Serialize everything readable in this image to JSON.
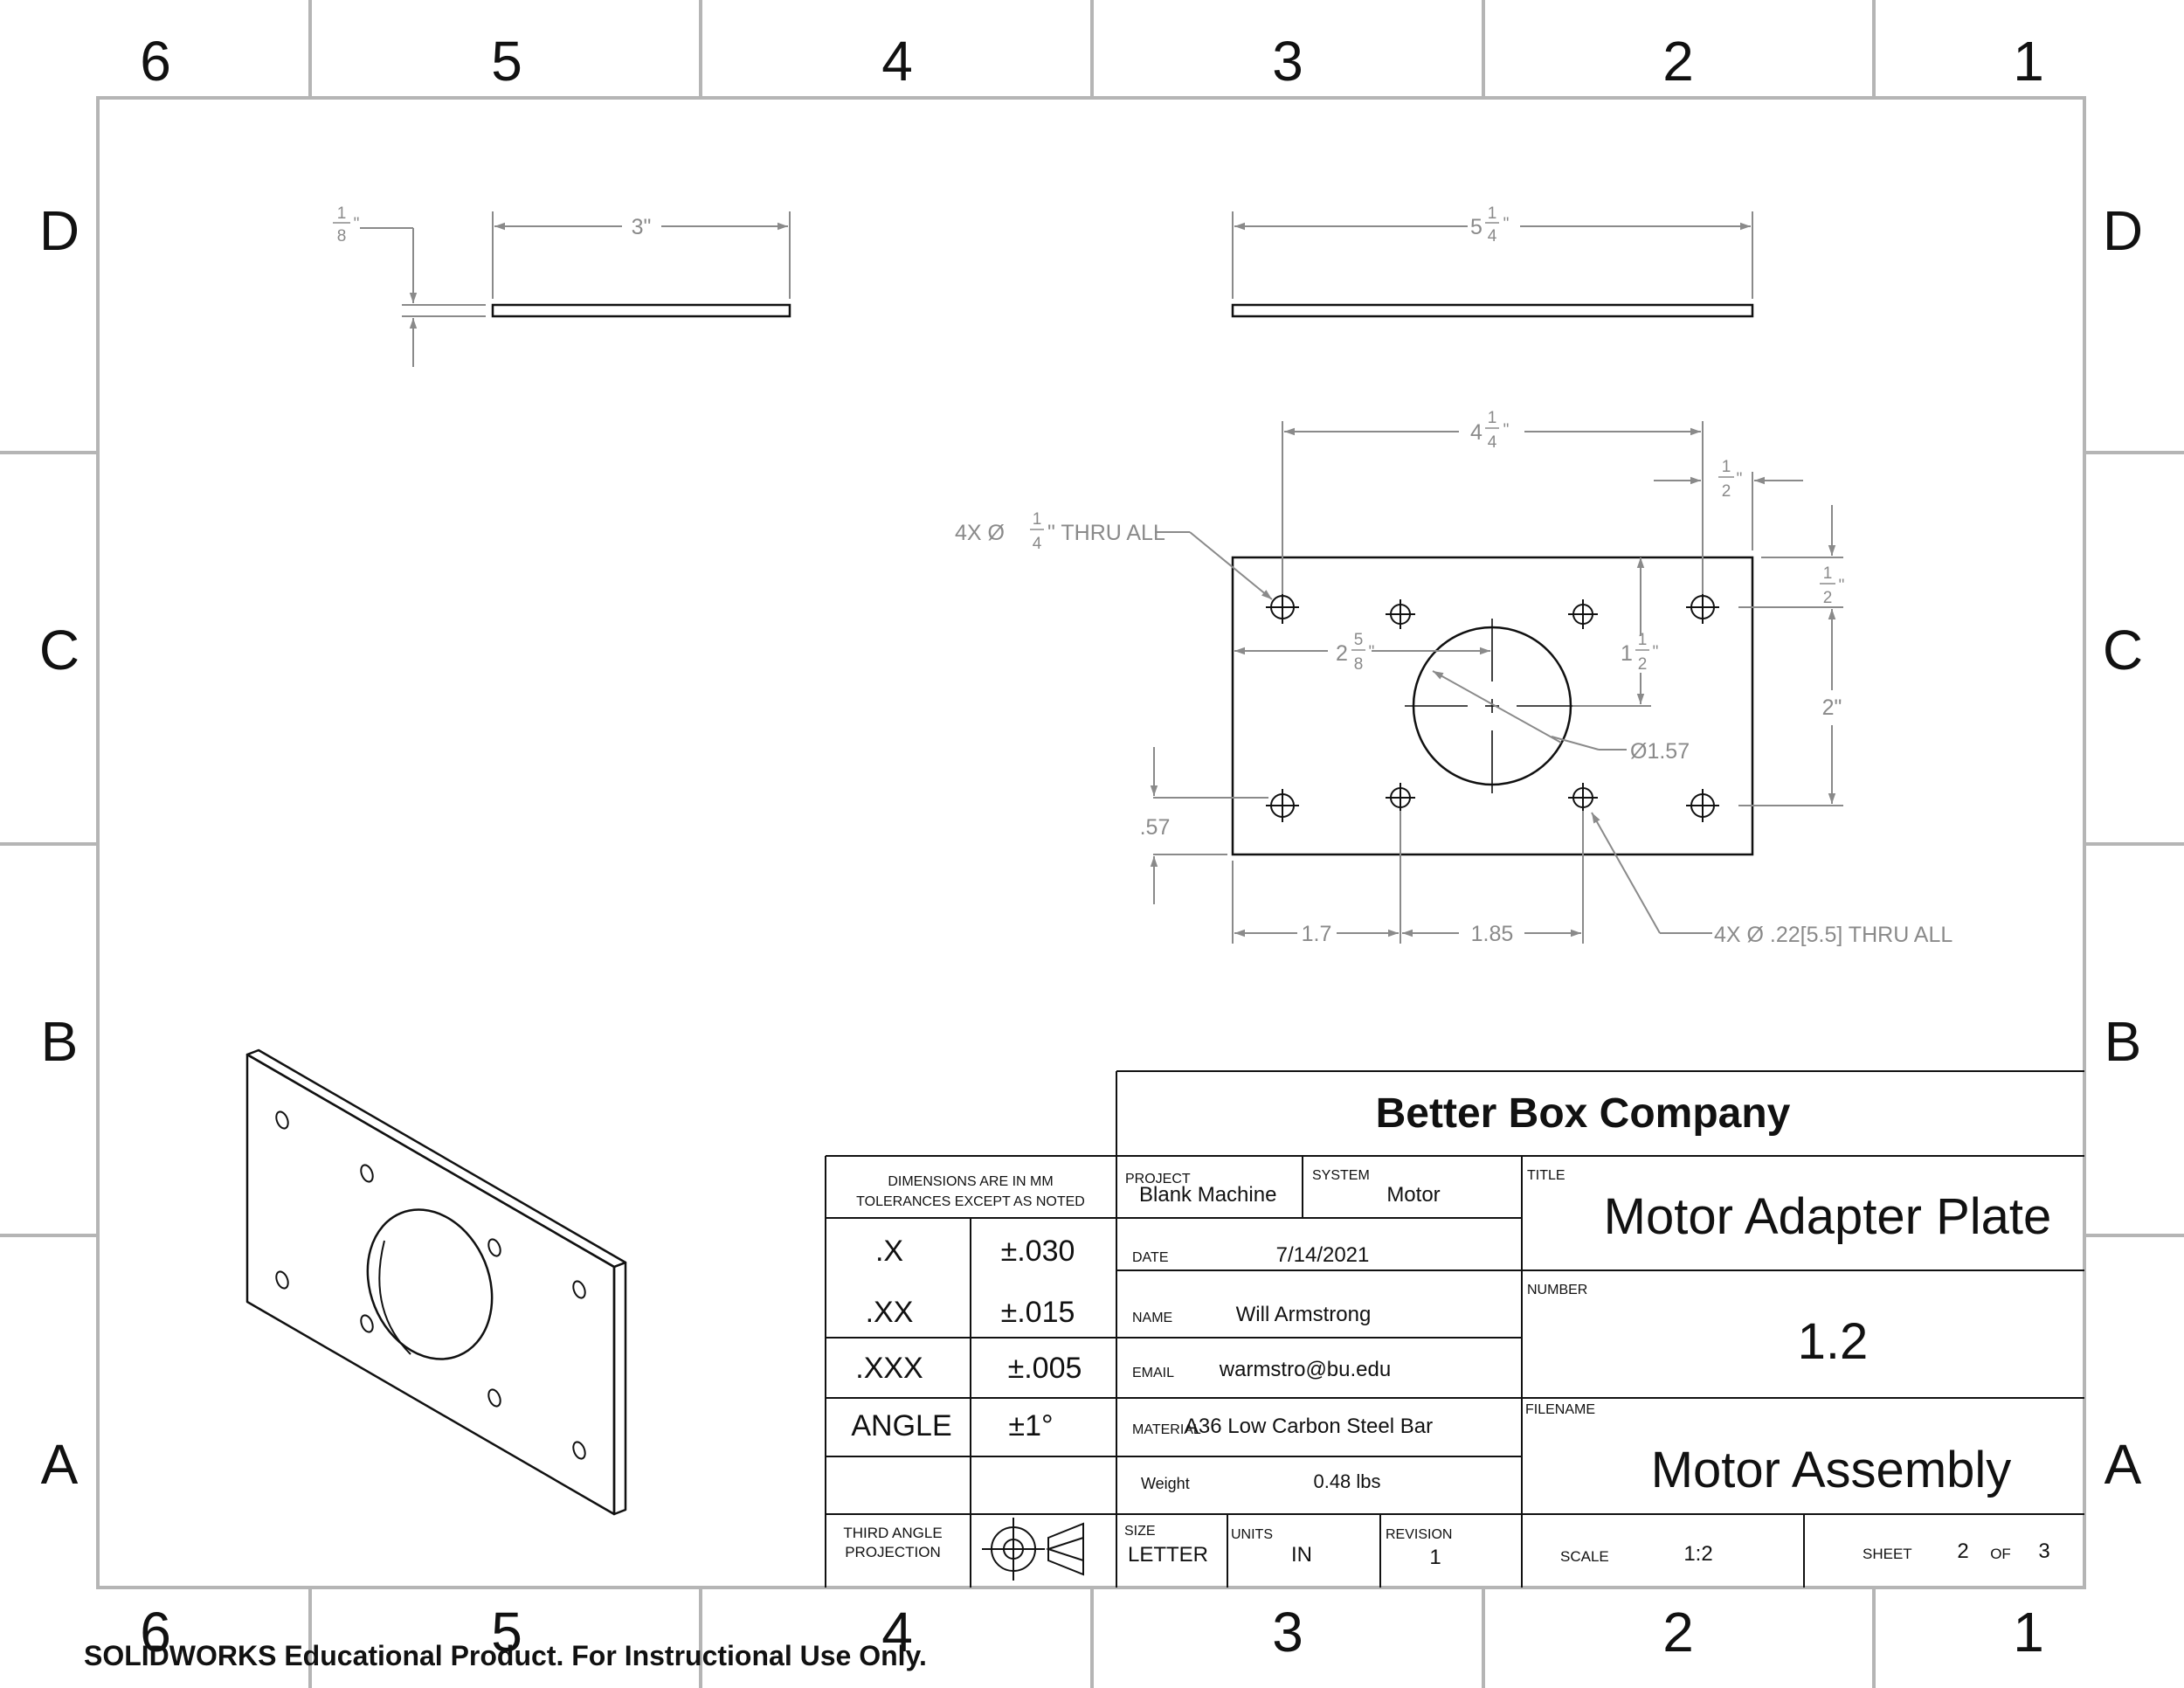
{
  "border": {
    "columns": [
      "6",
      "5",
      "4",
      "3",
      "2",
      "1"
    ],
    "rows": [
      "D",
      "C",
      "B",
      "A"
    ]
  },
  "dimensions": {
    "thickness": {
      "num": "1",
      "den": "8",
      "unit": "\""
    },
    "side_width": "3\"",
    "top_width": {
      "whole": "5",
      "num": "1",
      "den": "4",
      "unit": "\""
    },
    "hole_spacing_x": {
      "whole": "4",
      "num": "1",
      "den": "4",
      "unit": "\""
    },
    "edge_offset_x": {
      "num": "1",
      "den": "2",
      "unit": "\""
    },
    "edge_offset_y": {
      "num": "1",
      "den": "2",
      "unit": "\""
    },
    "hole_spacing_y": "2\"",
    "center_x": {
      "whole": "2",
      "num": "5",
      "den": "8",
      "unit": "\""
    },
    "center_y": {
      "whole": "1",
      "num": "1",
      "den": "2",
      "unit": "\""
    },
    "center_bore": "Ø1.57",
    "bottom_offset": ".57",
    "motor_x1": "1.7",
    "motor_x2": "1.85",
    "callout_large_prefix": "4X Ø",
    "callout_large_num": "1",
    "callout_large_den": "4",
    "callout_large_suffix": "\" THRU ALL",
    "callout_small": "4X Ø .22[5.5] THRU ALL"
  },
  "title_block": {
    "company": "Better Box Company",
    "dims_note_line1": "DIMENSIONS ARE IN MM",
    "dims_note_line2": "TOLERANCES EXCEPT AS NOTED",
    "tolerances": [
      {
        "label": ".X",
        "value": "±.030"
      },
      {
        "label": ".XX",
        "value": "±.015"
      },
      {
        "label": ".XXX",
        "value": "±.005"
      },
      {
        "label": "ANGLE",
        "value": "±1°"
      }
    ],
    "project_label": "PROJECT",
    "project": "Blank Machine",
    "system_label": "SYSTEM",
    "system": "Motor",
    "date_label": "DATE",
    "date": "7/14/2021",
    "name_label": "NAME",
    "name": "Will Armstrong",
    "email_label": "EMAIL",
    "email": "warmstro@bu.edu",
    "material_label": "MATERIAL",
    "material": "A36 Low Carbon Steel Bar",
    "weight_label": "Weight",
    "weight": "0.48 lbs",
    "projection_line1": "THIRD ANGLE",
    "projection_line2": "PROJECTION",
    "size_label": "SIZE",
    "size": "LETTER",
    "units_label": "UNITS",
    "units": "IN",
    "revision_label": "REVISION",
    "revision": "1",
    "title_label": "TITLE",
    "title": "Motor Adapter Plate",
    "number_label": "NUMBER",
    "number": "1.2",
    "filename_label": "FILENAME",
    "filename": "Motor Assembly",
    "scale_label": "SCALE",
    "scale": "1:2",
    "sheet_label": "SHEET",
    "sheet": "2",
    "of_label": "OF",
    "sheet_total": "3"
  },
  "watermark": "SOLIDWORKS Educational Product. For Instructional Use Only."
}
